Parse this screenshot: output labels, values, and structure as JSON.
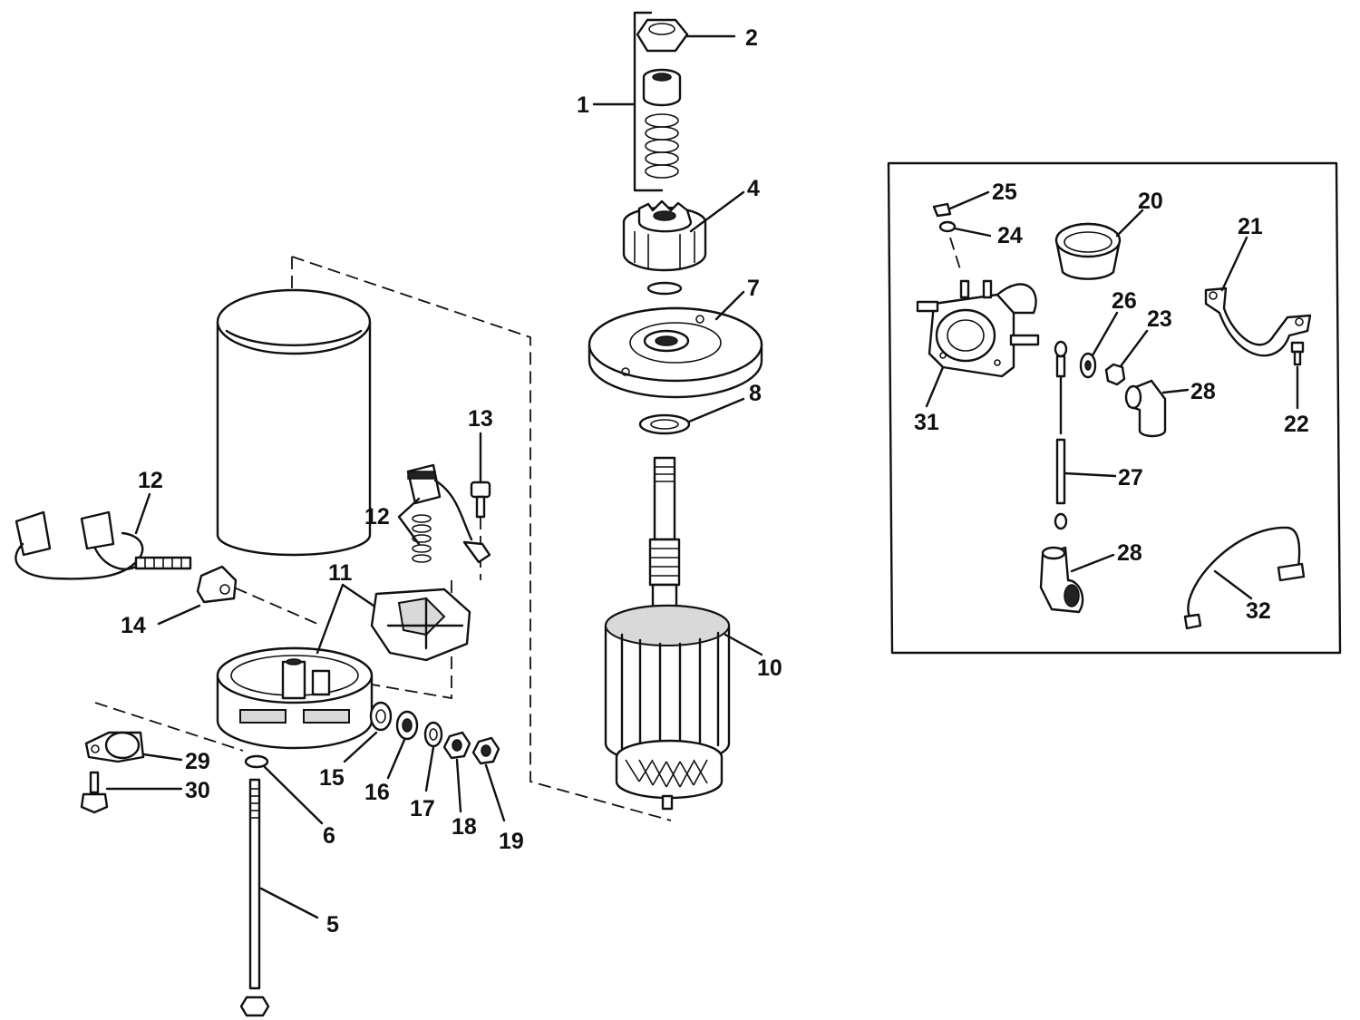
{
  "diagram": {
    "callouts": {
      "n1": "1",
      "n2": "2",
      "n4": "4",
      "n5": "5",
      "n6": "6",
      "n7": "7",
      "n8": "8",
      "n10": "10",
      "n11": "11",
      "n12a": "12",
      "n12b": "12",
      "n13": "13",
      "n14": "14",
      "n15": "15",
      "n16": "16",
      "n17": "17",
      "n18": "18",
      "n19": "19",
      "n20": "20",
      "n21": "21",
      "n22": "22",
      "n23": "23",
      "n24": "24",
      "n25": "25",
      "n26": "26",
      "n27": "27",
      "n28a": "28",
      "n28b": "28",
      "n29": "29",
      "n30": "30",
      "n31": "31",
      "n32": "32"
    }
  }
}
